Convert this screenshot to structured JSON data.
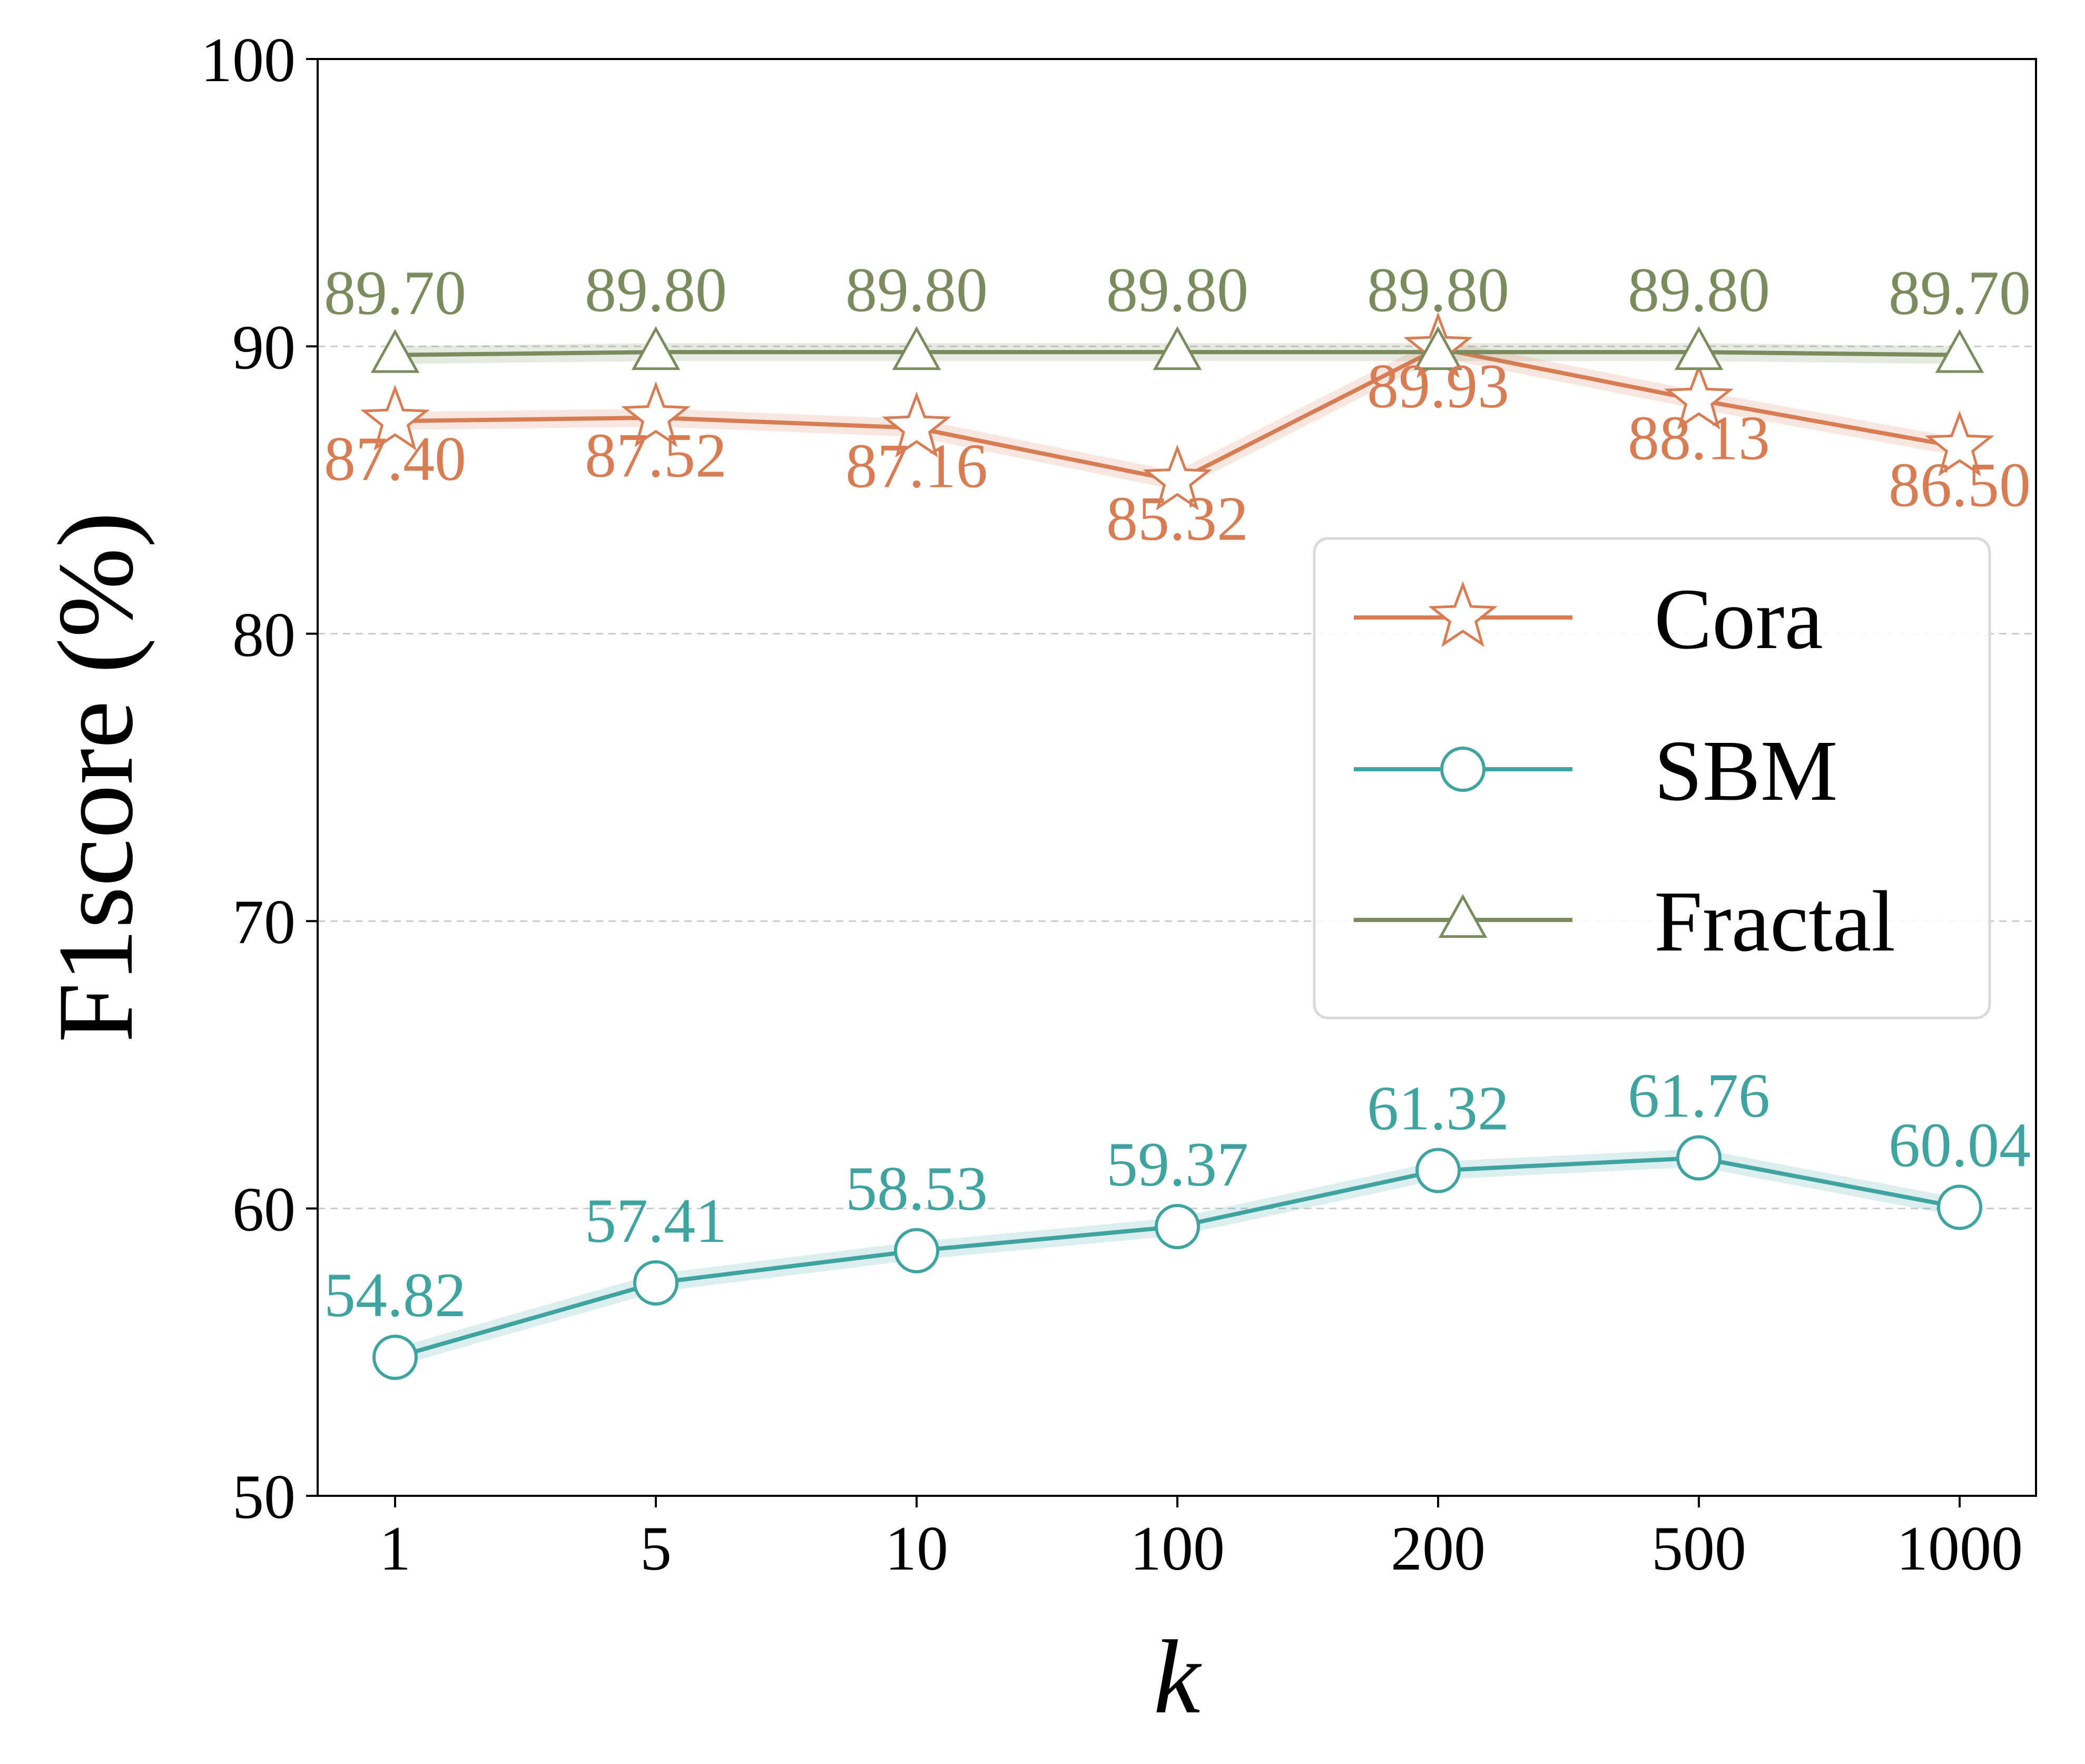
{
  "chart_data": {
    "type": "line",
    "xlabel": "k",
    "ylabel": "F1score (%)",
    "categories": [
      "1",
      "5",
      "10",
      "100",
      "200",
      "500",
      "1000"
    ],
    "ylim": [
      50,
      100
    ],
    "yticks": [
      50,
      60,
      70,
      80,
      90,
      100
    ],
    "grid": "horizontal dashed",
    "legend_position": "center-right",
    "series": [
      {
        "name": "Cora",
        "marker": "star",
        "color": "#d87c54",
        "values": [
          87.4,
          87.52,
          87.16,
          85.32,
          89.93,
          88.13,
          86.5
        ],
        "labels": [
          "87.40",
          "87.52",
          "87.16",
          "85.32",
          "89.93",
          "88.13",
          "86.50"
        ]
      },
      {
        "name": "SBM",
        "marker": "circle",
        "color": "#3fa3a0",
        "values": [
          54.82,
          57.41,
          58.53,
          59.37,
          61.32,
          61.76,
          60.04
        ],
        "labels": [
          "54.82",
          "57.41",
          "58.53",
          "59.37",
          "61.32",
          "61.76",
          "60.04"
        ]
      },
      {
        "name": "Fractal",
        "marker": "triangle",
        "color": "#7a8c5e",
        "values": [
          89.7,
          89.8,
          89.8,
          89.8,
          89.8,
          89.8,
          89.7
        ],
        "labels": [
          "89.70",
          "89.80",
          "89.80",
          "89.80",
          "89.80",
          "89.80",
          "89.70"
        ]
      }
    ]
  }
}
